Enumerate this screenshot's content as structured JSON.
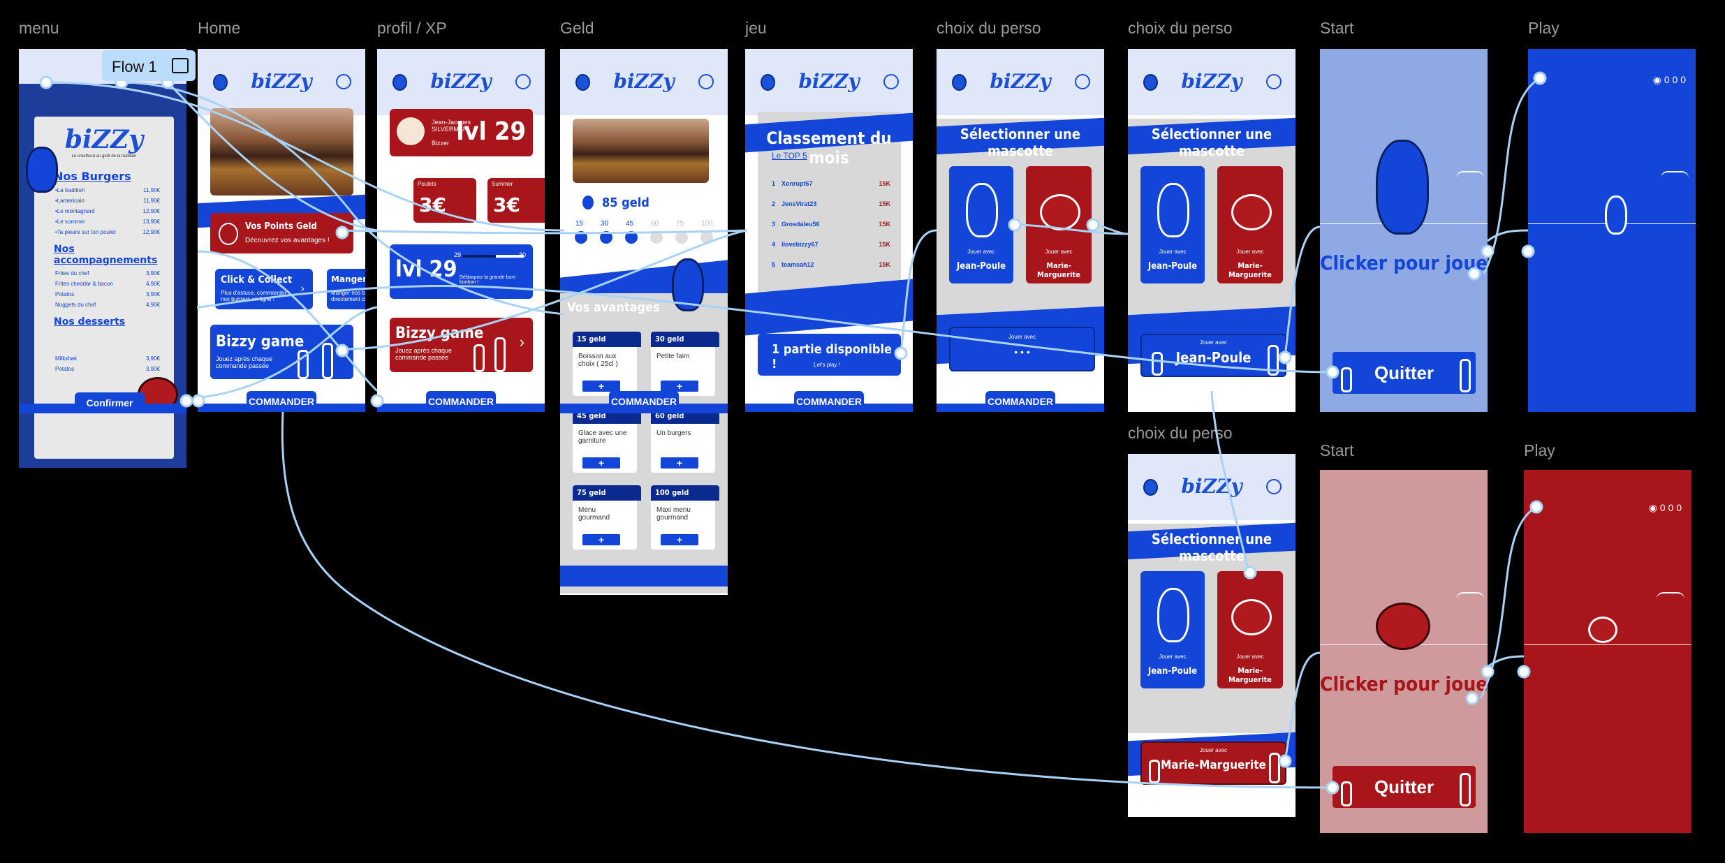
{
  "frame_labels": {
    "menu": "menu",
    "home": "Home",
    "profil": "profil / XP",
    "geld": "Geld",
    "jeu": "jeu",
    "choix1": "choix du perso",
    "choix2": "choix du perso",
    "start1": "Start",
    "play1": "Play",
    "choix3": "choix du perso",
    "start2": "Start",
    "play2": "Play"
  },
  "flow": {
    "label": "Flow 1",
    "icon": "play-frame-icon"
  },
  "brand": {
    "logo": "biZZy",
    "tagline": "Le créatfood au goût de la tradition"
  },
  "nav": {
    "commander": "COMMANDER"
  },
  "menu": {
    "burgers_title": "Nos Burgers",
    "burgers": [
      {
        "name": "•La tradition",
        "price": "11,90€"
      },
      {
        "name": "•Lamericain",
        "price": "11,90€"
      },
      {
        "name": "•Le montagnard",
        "price": "12,90€"
      },
      {
        "name": "•Le sommer",
        "price": "13,90€"
      },
      {
        "name": "•Ta pleure sur ton poulet",
        "price": "12,90€"
      }
    ],
    "accomp_title": "Nos accompagnements",
    "accomp": [
      {
        "name": "Frites du chef",
        "price": "3,90€"
      },
      {
        "name": "Frites cheddar & bacon",
        "price": "4,90€"
      },
      {
        "name": "Potatos",
        "price": "3,90€"
      },
      {
        "name": "Nuggets du chef",
        "price": "4,90€"
      }
    ],
    "desserts_title": "Nos desserts",
    "desserts": [
      {
        "name": "Milkshak",
        "price": "3,90€"
      },
      {
        "name": "Potatos",
        "price": "3,90€"
      }
    ],
    "confirm": "Confirmer"
  },
  "home": {
    "burger_caption": "",
    "points_title": "Vos Points Geld",
    "points_sub": "Découvrez vos avantages !",
    "click_title": "Click & Collect",
    "click_sub": "Plus d'astuce, commander nos burgers en ligne !",
    "manger_title": "Manger che",
    "manger_sub": "Manger nos bu directement ch",
    "game_title": "Bizzy game",
    "game_sub": "Jouez après chaque commande passée"
  },
  "profil": {
    "name": "Jean-Jacques SILVERMAN",
    "role": "Bizzer",
    "level": "lvl 29",
    "card1_title": "Poulets",
    "card1_price": "3€",
    "card2_title": "Summer",
    "card2_price": "3€",
    "xp_level": "lvl 29",
    "xp_min": "29",
    "xp_max": "30",
    "xp_progress": 0.55,
    "xp_sub": "Débloquez la grande burs bonbon !",
    "game_title": "Bizzy game",
    "game_sub": "Jouez après chaque commande passée"
  },
  "geld": {
    "balance": "85 geld",
    "steps": [
      "15",
      "30",
      "45",
      "60",
      "75",
      "100"
    ],
    "steps_reached": 3,
    "advantages_title": "Vos avantages",
    "rewards": [
      {
        "cost": "15 geld",
        "label": "Boisson aux choix ( 25cl )"
      },
      {
        "cost": "30 geld",
        "label": "Petite faim"
      },
      {
        "cost": "45 geld",
        "label": "Glace avec une garniture"
      },
      {
        "cost": "60 geld",
        "label": "Un burgers"
      },
      {
        "cost": "75 geld",
        "label": "Menu gourmand"
      },
      {
        "cost": "100 geld",
        "label": "Maxi menu gourmand"
      }
    ],
    "add": "+"
  },
  "jeu": {
    "title": "Classement du mois",
    "subtitle": "Le TOP 5",
    "ranking": [
      {
        "rank": "1",
        "name": "Xonrupt67",
        "score": "15K"
      },
      {
        "rank": "2",
        "name": "JensVirat23",
        "score": "15K"
      },
      {
        "rank": "3",
        "name": "Grosdaleu56",
        "score": "15K"
      },
      {
        "rank": "4",
        "name": "ilovebizzy67",
        "score": "15K"
      },
      {
        "rank": "5",
        "name": "teamsah12",
        "score": "15K"
      }
    ],
    "play_title": "1 partie disponible !",
    "play_sub": "Let's play !"
  },
  "choix": {
    "title": "Sélectionner une mascotte",
    "play_with": "Jouer avec",
    "mascot1": "Jean-Poule",
    "mascot2": "Marie-Marguerite",
    "dots": "• • •"
  },
  "start": {
    "cta": "Clicker pour jouer !",
    "quit": "Quitter"
  },
  "colors": {
    "blue": "#1346d8",
    "red": "#a8151a",
    "bg": "#000000",
    "wire": "#a9d2f7"
  }
}
